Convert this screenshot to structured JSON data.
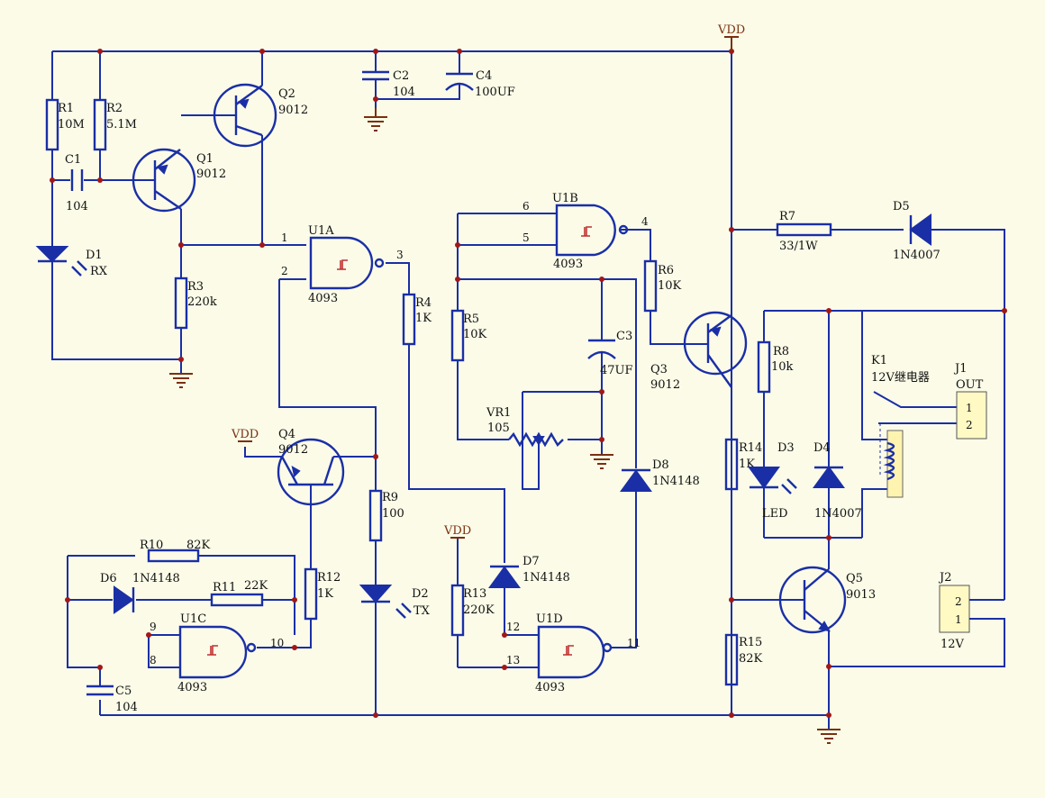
{
  "power": {
    "vdd": "VDD"
  },
  "components": {
    "r1": {
      "ref": "R1",
      "value": "10M"
    },
    "r2": {
      "ref": "R2",
      "value": "5.1M"
    },
    "r3": {
      "ref": "R3",
      "value": "220k"
    },
    "r4": {
      "ref": "R4",
      "value": "1K"
    },
    "r5": {
      "ref": "R5",
      "value": "10K"
    },
    "r6": {
      "ref": "R6",
      "value": "10K"
    },
    "r7": {
      "ref": "R7",
      "value": "33/1W"
    },
    "r8": {
      "ref": "R8",
      "value": "10k"
    },
    "r9": {
      "ref": "R9",
      "value": "100"
    },
    "r10": {
      "ref": "R10",
      "value": "82K"
    },
    "r11": {
      "ref": "R11",
      "value": "22K"
    },
    "r12": {
      "ref": "R12",
      "value": "1K"
    },
    "r13": {
      "ref": "R13",
      "value": "220K"
    },
    "r14": {
      "ref": "R14",
      "value": "1K"
    },
    "r15": {
      "ref": "R15",
      "value": "82K"
    },
    "c1": {
      "ref": "C1",
      "value": "104"
    },
    "c2": {
      "ref": "C2",
      "value": "104"
    },
    "c3": {
      "ref": "C3",
      "value": "47UF"
    },
    "c4": {
      "ref": "C4",
      "value": "100UF"
    },
    "c5": {
      "ref": "C5",
      "value": "104"
    },
    "vr1": {
      "ref": "VR1",
      "value": "105"
    },
    "q1": {
      "ref": "Q1",
      "value": "9012"
    },
    "q2": {
      "ref": "Q2",
      "value": "9012"
    },
    "q3": {
      "ref": "Q3",
      "value": "9012"
    },
    "q4": {
      "ref": "Q4",
      "value": "9012"
    },
    "q5": {
      "ref": "Q5",
      "value": "9013"
    },
    "d1": {
      "ref": "D1",
      "value": "RX"
    },
    "d2": {
      "ref": "D2",
      "value": "TX"
    },
    "d3": {
      "ref": "D3",
      "value": "LED"
    },
    "d4": {
      "ref": "D4",
      "value": "1N4007"
    },
    "d5": {
      "ref": "D5",
      "value": "1N4007"
    },
    "d6": {
      "ref": "D6",
      "value": "1N4148"
    },
    "d7": {
      "ref": "D7",
      "value": "1N4148"
    },
    "d8": {
      "ref": "D8",
      "value": "1N4148"
    },
    "u1a": {
      "ref": "U1A",
      "value": "4093"
    },
    "u1b": {
      "ref": "U1B",
      "value": "4093"
    },
    "u1c": {
      "ref": "U1C",
      "value": "4093"
    },
    "u1d": {
      "ref": "U1D",
      "value": "4093"
    },
    "k1": {
      "ref": "K1",
      "value": "12V继电器"
    },
    "j1": {
      "ref": "J1",
      "value": "OUT"
    },
    "j2": {
      "ref": "J2",
      "value": "12V"
    }
  },
  "pins": {
    "u1a_1": "1",
    "u1a_2": "2",
    "u1a_3": "3",
    "u1b_6": "6",
    "u1b_5": "5",
    "u1b_4": "4",
    "u1c_9": "9",
    "u1c_8": "8",
    "u1c_10": "10",
    "u1d_12": "12",
    "u1d_13": "13",
    "u1d_11": "11",
    "j1_1": "1",
    "j1_2": "2",
    "j2_2": "2",
    "j2_1": "1"
  },
  "colors": {
    "wire": "#1a2fa6",
    "junction": "#a01818",
    "power_symbol": "#7a3010",
    "background": "#fbfbe8"
  }
}
